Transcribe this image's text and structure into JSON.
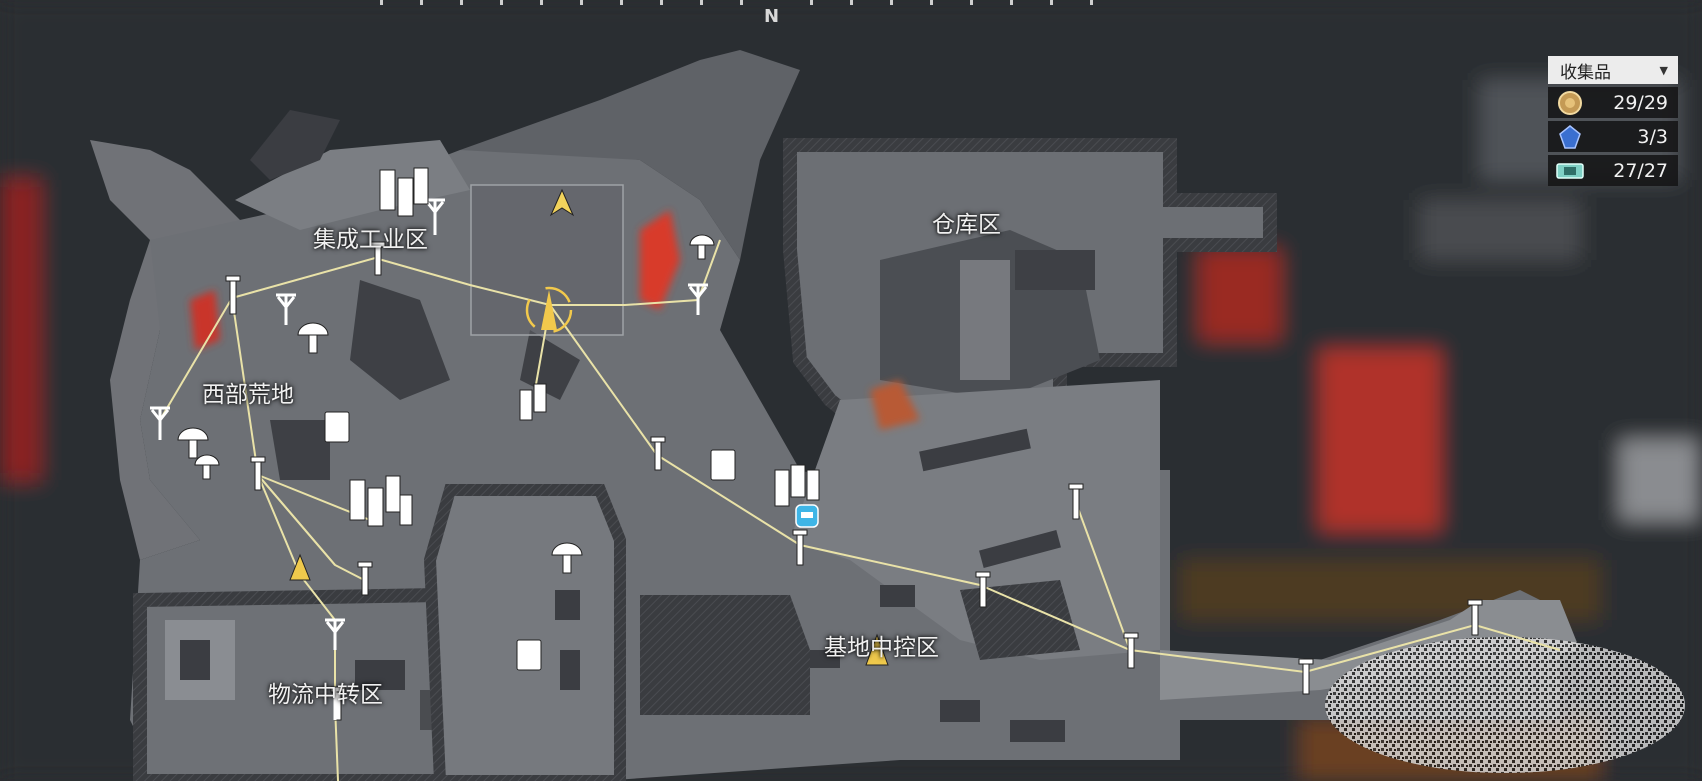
{
  "compass": {
    "north": "N"
  },
  "regions": {
    "industrial": "集成工业区",
    "warehouse": "仓库区",
    "west": "西部荒地",
    "base": "基地中控区",
    "logistics": "物流中转区"
  },
  "collectibles": {
    "dropdown_label": "收集品",
    "items": [
      {
        "icon": "coin-icon",
        "count": "29/29"
      },
      {
        "icon": "blue-crystal-icon",
        "count": "3/3"
      },
      {
        "icon": "supply-crate-icon",
        "count": "27/27"
      }
    ]
  },
  "colors": {
    "route": "#e9e2a8",
    "hazard": "#d83a2c",
    "floor": "#707378",
    "wall": "#3b3d41",
    "player": "#f2c94c"
  }
}
